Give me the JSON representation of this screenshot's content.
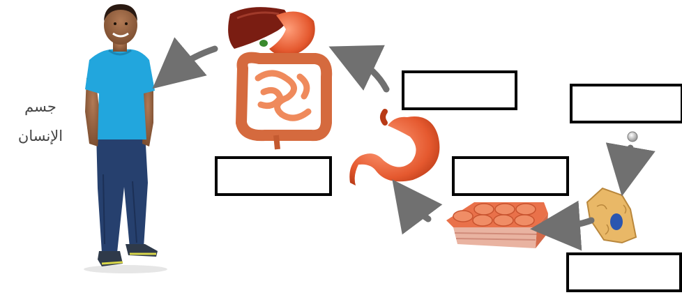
{
  "diagram": {
    "body_label_line1": "جسم",
    "body_label_line2": "الإنسان",
    "answer_boxes": [
      "",
      "",
      "",
      "",
      ""
    ]
  },
  "colors": {
    "arrow": "#707070",
    "shirt": "#22a6dd",
    "jeans": "#26406e",
    "organ": "#e5592f",
    "liver": "#7a1d12",
    "tissue": "#e9714a",
    "cell": "#e9b867",
    "nucleus": "#2b56b0"
  },
  "icons": [
    "boy-figure",
    "digestive-system-icon",
    "stomach-icon",
    "tissue-block-icon",
    "cell-icon",
    "molecule-icon"
  ]
}
